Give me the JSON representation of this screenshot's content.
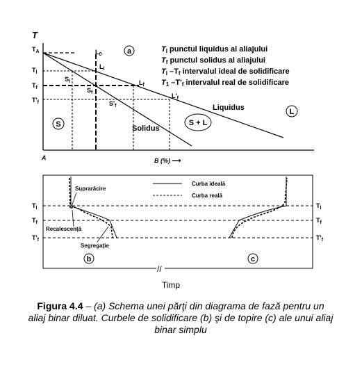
{
  "top_diagram": {
    "t_axis": "T",
    "a_label": "A",
    "b_axis": "B (%)",
    "b_arrow": "⟶",
    "tick_TA": "T",
    "tick_TA_sub": "A",
    "tick_Tl": "T",
    "tick_Tl_sub": "l",
    "tick_Tf": "T",
    "tick_Tf_sub": "f",
    "tick_Tf2": "T'",
    "tick_Tf2_sub": "f",
    "L0": "L",
    "L0_sub": "0",
    "Ll": "L",
    "Ll_sub": "l",
    "Lf": "L",
    "Lf_sub": "f",
    "Lf2": "L'",
    "Lf2_sub": "f",
    "Sl": "S",
    "Sl_sub": "l",
    "Sf": "S",
    "Sf_sub": "f",
    "Sf2": "S'",
    "Sf2_sub": "f",
    "panel": "a",
    "liquidus": "Liquidus",
    "solidus": "Solidus",
    "region_S": "S",
    "region_SL": "S + L",
    "region_L": "L",
    "legend": [
      {
        "sym": "T",
        "sub": "l",
        "text": " punctul liquidus al aliajului"
      },
      {
        "sym": "T",
        "sub": "f",
        "text": " punctul solidus al aliajului"
      },
      {
        "sym": "T",
        "sub": "l",
        "text": " –T",
        "sub2": "f",
        "text2": " intervalul ideal de solidificare"
      },
      {
        "sym": "T",
        "sub": "1",
        "text": " –T'",
        "sub2": "f",
        "text2": " intervalul real de solidificare"
      }
    ]
  },
  "bottom_diagram": {
    "legend_ideal": "Curba ideală",
    "legend_real": "Curba reală",
    "supraracire": "Suprarăcire",
    "recalescenta": "Recalescenţă",
    "segregatie": "Segregaţie",
    "tick_Tl": "T",
    "tick_Tl_sub": "l",
    "tick_Tf": "T",
    "tick_Tf_sub": "f",
    "tick_Tf2": "T'",
    "tick_Tf2_sub": "f",
    "panel_b": "b",
    "panel_c": "c",
    "break_mark": "//",
    "time_label": "Timp"
  },
  "caption": {
    "label": "Figura 4.4",
    "text": " – (a) Schema unei părţi din diagrama de fază pentru un aliaj binar diluat. Curbele de solidificare (b) şi de topire (c) ale unui aliaj binar simplu"
  }
}
